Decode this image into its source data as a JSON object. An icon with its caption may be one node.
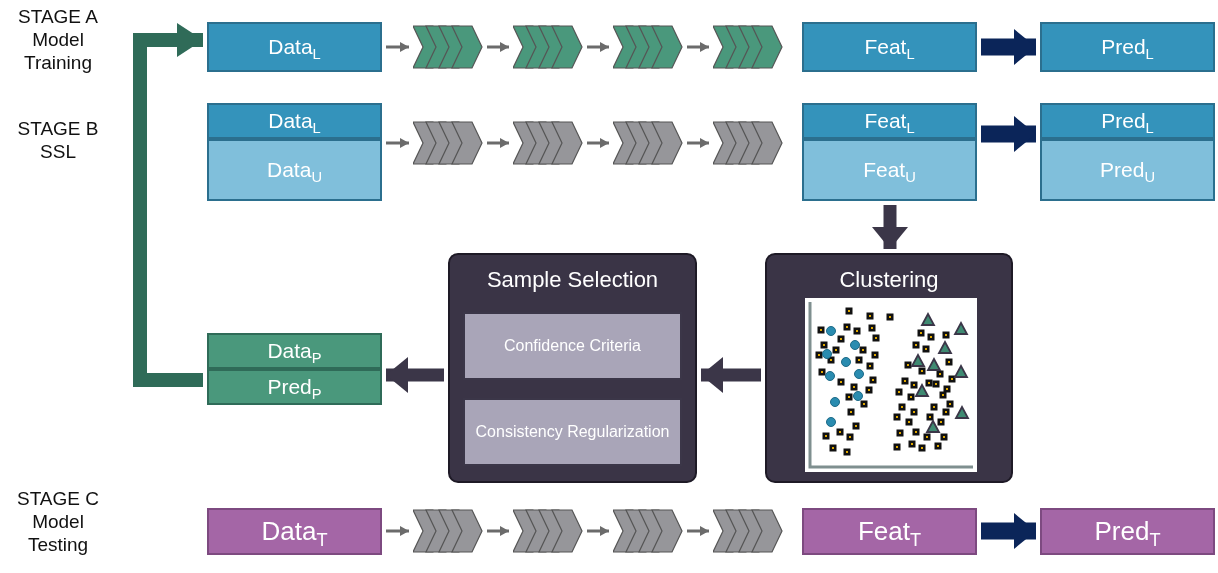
{
  "diagram": {
    "nodes": [
      {
        "text": [
          "Data$_{L}$"
        ]
      },
      {
        "text": [],
        "shape": "chevron"
      },
      {
        "text": [],
        "shape": "chevron"
      },
      {
        "text": [],
        "shape": "chevron"
      },
      {
        "text": [],
        "shape": "chevron"
      },
      {
        "text": [
          "Feat$_{L}$"
        ]
      },
      {
        "text": [
          "Pred$_{L}$"
        ]
      },
      {
        "text": [
          "Data$_{L}$"
        ]
      },
      {
        "text": [
          "Data$_{U}$"
        ]
      },
      {
        "text": [],
        "shape": "chevron"
      },
      {
        "text": [],
        "shape": "chevron"
      },
      {
        "text": [],
        "shape": "chevron"
      },
      {
        "text": [],
        "shape": "chevron"
      },
      {
        "text": [
          "Feat$_{L}$"
        ]
      },
      {
        "text": [
          "Feat$_{U}$"
        ]
      },
      {
        "text": [
          "Pred$_{L}$"
        ]
      },
      {
        "text": [
          "Pred$_{U}$"
        ]
      },
      {
        "text": [
          "Sample Selection"
        ]
      },
      {
        "text": [
          "Confidence Criteria"
        ],
        "in": 17
      },
      {
        "text": [
          "Consistency Regularization"
        ],
        "in": 17
      },
      {
        "text": [
          "Clustering"
        ]
      },
      {
        "text": [],
        "shape": "picture",
        "in": 20
      },
      {
        "text": [
          "Data$_{P}$"
        ]
      },
      {
        "text": [
          "Pred$_{P}$"
        ]
      },
      {
        "text": [
          "Data$_{T}$"
        ]
      },
      {
        "text": [],
        "shape": "chevron"
      },
      {
        "text": [],
        "shape": "chevron"
      },
      {
        "text": [],
        "shape": "chevron"
      },
      {
        "text": [],
        "shape": "chevron"
      },
      {
        "text": [
          "Feat$_{T}$"
        ]
      },
      {
        "text": [
          "Pred$_{T}$"
        ]
      }
    ],
    "edges": [
      {
        "from": 0,
        "to": 1,
        "arrow": "to"
      },
      {
        "from": 1,
        "to": 2,
        "arrow": "to"
      },
      {
        "from": 2,
        "to": 3,
        "arrow": "to"
      },
      {
        "from": 3,
        "to": 4,
        "arrow": "to"
      },
      {
        "from": 5,
        "to": 6,
        "arrow": "to",
        "style": "thick",
        "color": "#0b2559"
      },
      {
        "from": 8,
        "to": 9,
        "arrow": "to"
      },
      {
        "from": 9,
        "to": 10,
        "arrow": "to"
      },
      {
        "from": 10,
        "to": 11,
        "arrow": "to"
      },
      {
        "from": 11,
        "to": 12,
        "arrow": "to"
      },
      {
        "from": 13,
        "to": 15,
        "arrow": "to",
        "style": "thick",
        "color": "#0b2559"
      },
      {
        "from": 14,
        "to": 20,
        "arrow": "to",
        "style": "thick",
        "color": "#3b3648"
      },
      {
        "from": 20,
        "to": 17,
        "arrow": "to",
        "style": "thick",
        "color": "#3b3648"
      },
      {
        "from": 17,
        "to": 23,
        "arrow": "to",
        "style": "thick",
        "color": "#3b3648"
      },
      {
        "from": 23,
        "to": 0,
        "arrow": "to",
        "style": "thick",
        "color": "#2f6b58"
      },
      {
        "from": 24,
        "to": 25,
        "arrow": "to"
      },
      {
        "from": 25,
        "to": 26,
        "arrow": "to"
      },
      {
        "from": 26,
        "to": 27,
        "arrow": "to"
      },
      {
        "from": 27,
        "to": 28,
        "arrow": "to"
      },
      {
        "from": 29,
        "to": 30,
        "arrow": "to",
        "style": "thick",
        "color": "#0b2559"
      }
    ],
    "labels": [
      "STAGE A Model Training",
      "STAGE B SSL",
      "STAGE C Model Testing"
    ]
  }
}
